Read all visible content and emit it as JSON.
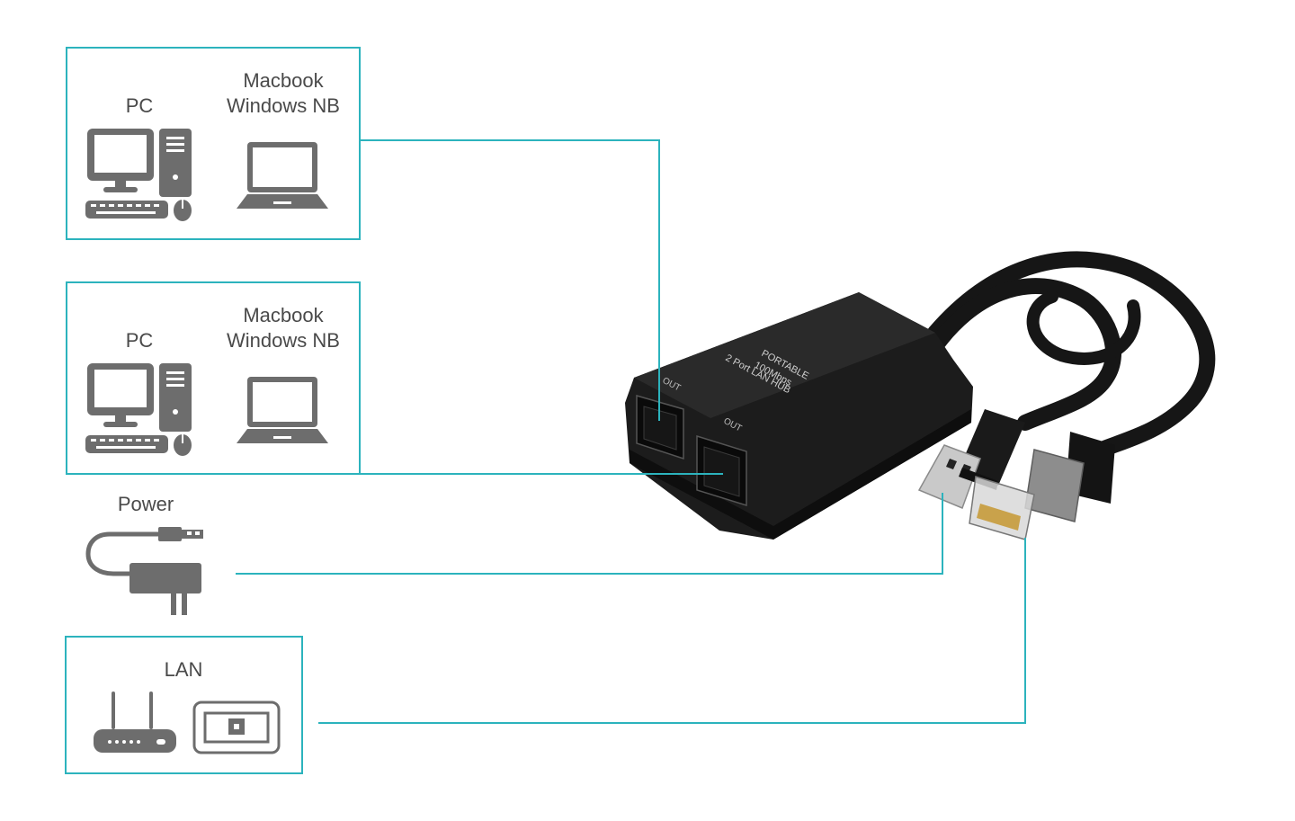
{
  "groups": [
    {
      "pc_label": "PC",
      "notebook_label_1": "Macbook",
      "notebook_label_2": "Windows NB"
    },
    {
      "pc_label": "PC",
      "notebook_label_1": "Macbook",
      "notebook_label_2": "Windows NB"
    }
  ],
  "power_label": "Power",
  "lan_label": "LAN",
  "device_text": {
    "line1": "PORTABLE",
    "line2": "100Mbps",
    "line3": "2 Port LAN HUB",
    "port_left": "OUT",
    "port_right": "OUT"
  },
  "colors": {
    "connector_line": "#2cb3bd",
    "icon_gray": "#6d6d6d",
    "device_black": "#1c1c1c"
  }
}
